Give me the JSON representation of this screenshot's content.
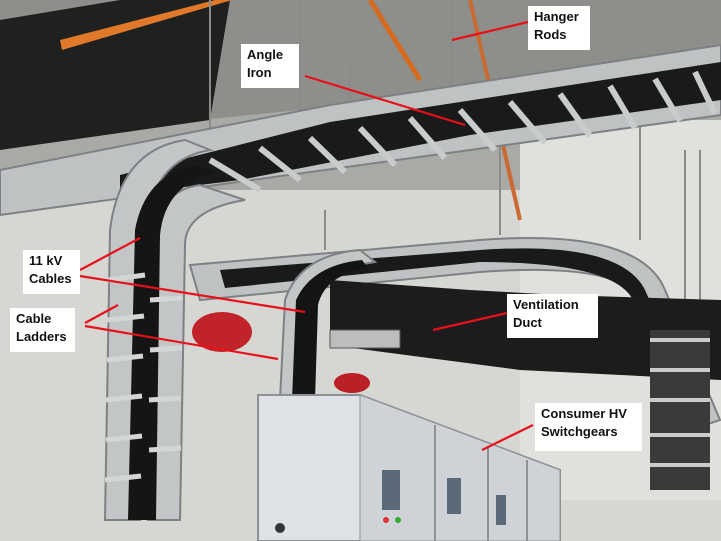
{
  "annotations": [
    {
      "id": "hanger-rods",
      "text": "Hanger\nRods"
    },
    {
      "id": "angle-iron",
      "text": "Angle\nIron"
    },
    {
      "id": "cables-11kv",
      "text": "11 kV\nCables"
    },
    {
      "id": "cable-ladders",
      "text": "Cable\nLadders"
    },
    {
      "id": "ventilation-duct",
      "text": "Ventilation\nDuct"
    },
    {
      "id": "switchgears",
      "text": "Consumer HV\nSwitchgears"
    }
  ],
  "colors": {
    "leader_line": "#e8101a",
    "label_background": "#ffffff",
    "steel": "#b9bdbf",
    "cable": "#141414",
    "duct": "#1c1c1c",
    "wall": "#dcdcd8",
    "cabinet": "#d9dcdf"
  }
}
